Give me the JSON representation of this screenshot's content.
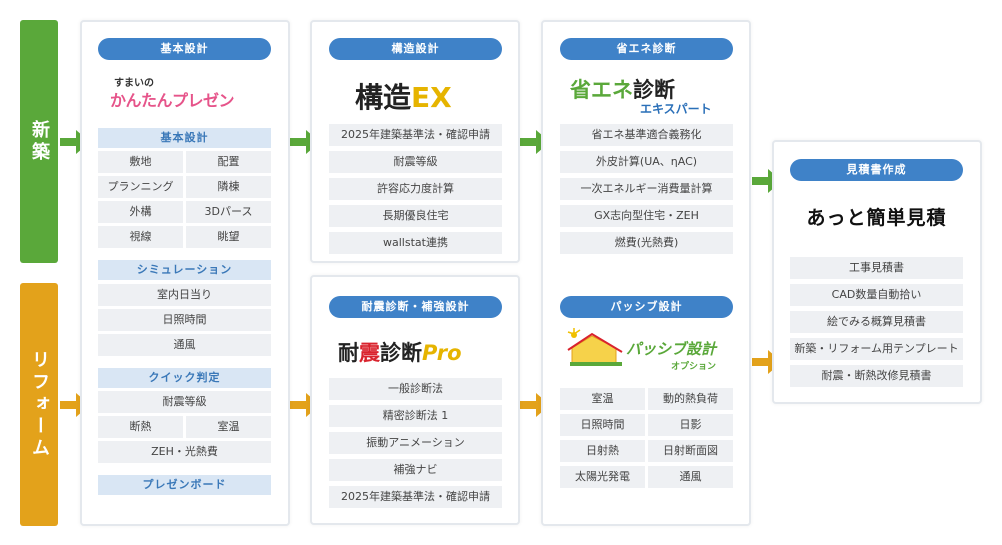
{
  "side": {
    "new": "新築",
    "reform": "リフォーム"
  },
  "colors": {
    "green": "#5aa83a",
    "orange": "#e3a21b",
    "blue": "#3f82c8"
  },
  "col1": {
    "pill": "基本設計",
    "logo_small": "すまいの",
    "logo_main": "かんたんプレゼン",
    "sub1": "基本設計",
    "grid1": [
      "敷地",
      "配置",
      "プランニング",
      "隣棟",
      "外構",
      "3Dパース",
      "視線",
      "眺望"
    ],
    "sub2": "シミュレーション",
    "list2": [
      "室内日当り",
      "日照時間",
      "通風"
    ],
    "sub3": "クイック判定",
    "q1": "耐震等級",
    "q2": [
      "断熱",
      "室温"
    ],
    "q3": "ZEH・光熱費",
    "sub4": "プレゼンボード"
  },
  "col2": {
    "pill1": "構造設計",
    "logo1_a": "構造",
    "logo1_b": "EX",
    "list1": [
      "2025年建築基準法・確認申請",
      "耐震等級",
      "許容応力度計算",
      "長期優良住宅",
      "wallstat連携"
    ],
    "pill2": "耐震診断・補強設計",
    "logo2_a": "耐",
    "logo2_b": "震",
    "logo2_c": "診断",
    "logo2_d": "Pro",
    "list2": [
      "一般診断法",
      "精密診断法 1",
      "振動アニメーション",
      "補強ナビ",
      "2025年建築基準法・確認申請"
    ]
  },
  "col3": {
    "pill1": "省エネ診断",
    "logo1_a": "省エネ",
    "logo1_b": "診断",
    "logo1_c": "エキスパート",
    "list1": [
      "省エネ基準適合義務化",
      "外皮計算(UA、ηAC)",
      "一次エネルギー消費量計算",
      "GX志向型住宅・ZEH",
      "燃費(光熱費)"
    ],
    "pill2": "パッシブ設計",
    "logo2_a": "パッシブ設計",
    "logo2_b": "オプション",
    "grid2": [
      "室温",
      "動的熱負荷",
      "日照時間",
      "日影",
      "日射熱",
      "日射断面図",
      "太陽光発電",
      "通風"
    ]
  },
  "col4": {
    "pill": "見積書作成",
    "logo": "あっと簡単見積",
    "list": [
      "工事見積書",
      "CAD数量自動拾い",
      "絵でみる概算見積書",
      "新築・リフォーム用テンプレート",
      "耐震・断熱改修見積書"
    ]
  }
}
